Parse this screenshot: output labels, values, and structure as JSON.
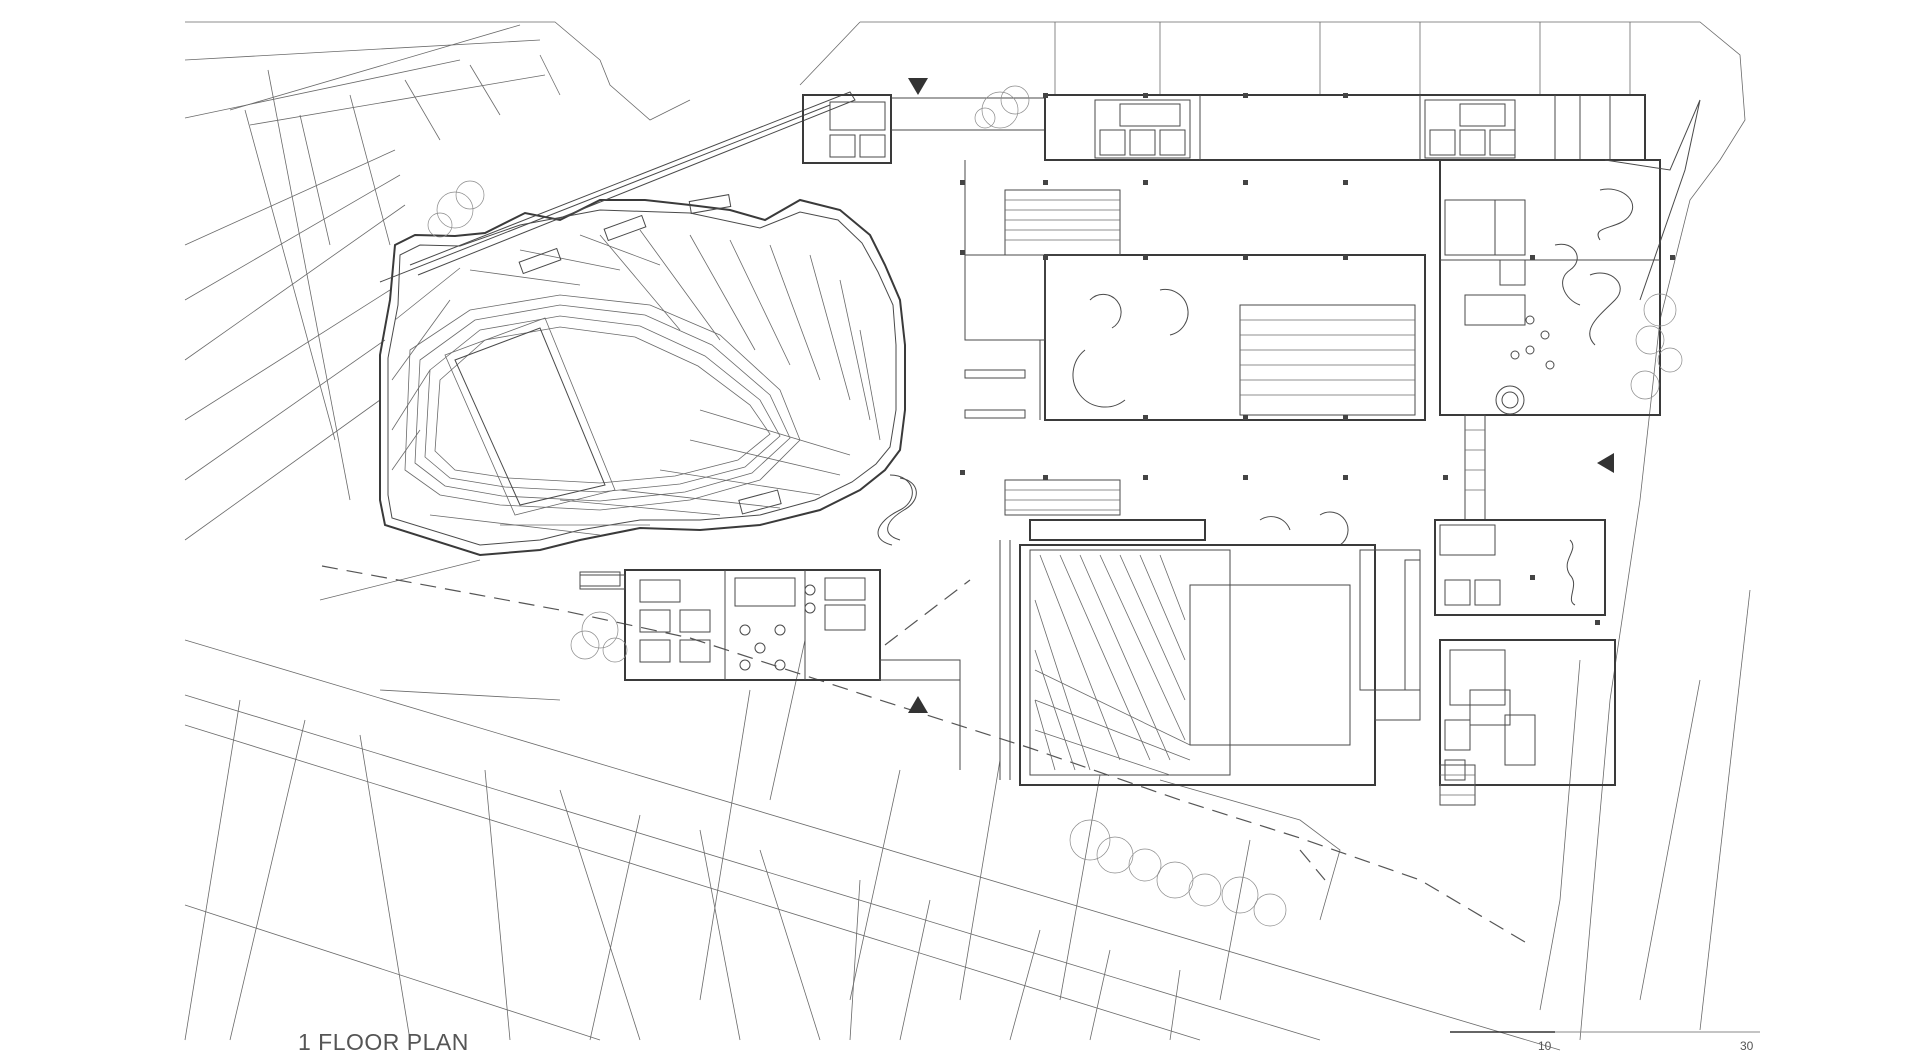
{
  "title": "1 FLOOR PLAN",
  "scale_bar": {
    "labels": [
      "10",
      "30"
    ]
  }
}
